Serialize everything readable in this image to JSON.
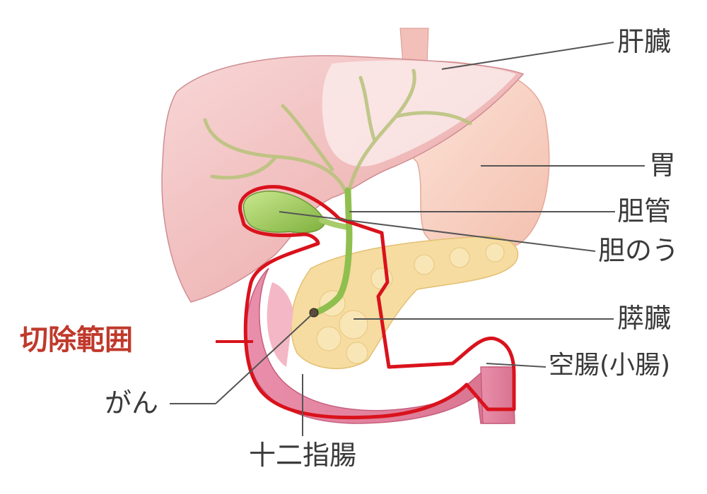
{
  "labels": {
    "liver": "肝臓",
    "stomach": "胃",
    "bile_duct": "胆管",
    "gallbladder": "胆のう",
    "pancreas": "膵臓",
    "jejunum": "空腸(小腸)",
    "resection_range": "切除範囲",
    "cancer": "がん",
    "duodenum": "十二指腸"
  },
  "colors": {
    "resection_outline": "#d9121c",
    "resection_text": "#c0392b",
    "leader_line": "#555555",
    "liver": "#efb8b8",
    "stomach": "#f9d8cc",
    "gallbladder": "#a9d46a",
    "pancreas": "#f6dca0",
    "intestine": "#e58aa6"
  }
}
